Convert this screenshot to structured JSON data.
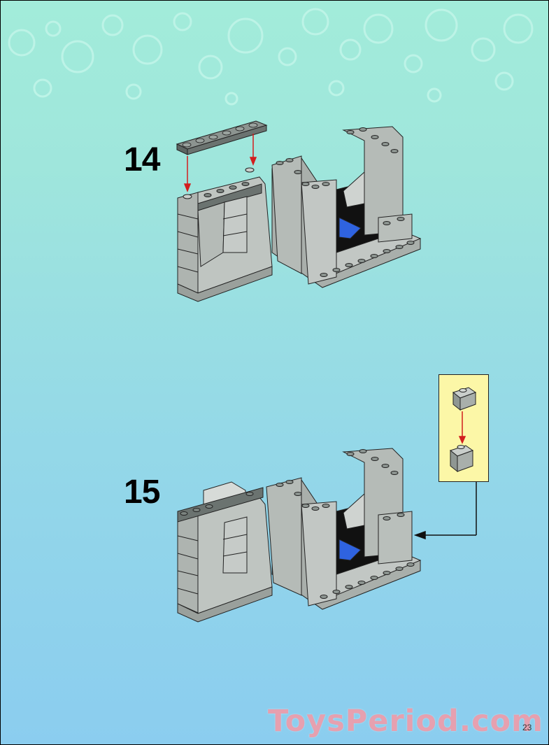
{
  "page": {
    "background_top": "#a2ecda",
    "background_bottom": "#8bcdef",
    "page_number": "23"
  },
  "steps": [
    {
      "number": "14"
    },
    {
      "number": "15"
    }
  ],
  "colors": {
    "light_bley": "#b7bdb8",
    "dark_bley": "#6b7370",
    "tile_top": "#d7dbd8",
    "blue_part": "#2f63e0",
    "arrow_red": "#d21e1e",
    "callout_bg": "#fcf7a7"
  },
  "icons": [
    "bubble-pattern",
    "brick-2x2-icon",
    "red-arrow-icon",
    "callout-arrow-icon"
  ],
  "watermark": "ToysPeriod.com"
}
